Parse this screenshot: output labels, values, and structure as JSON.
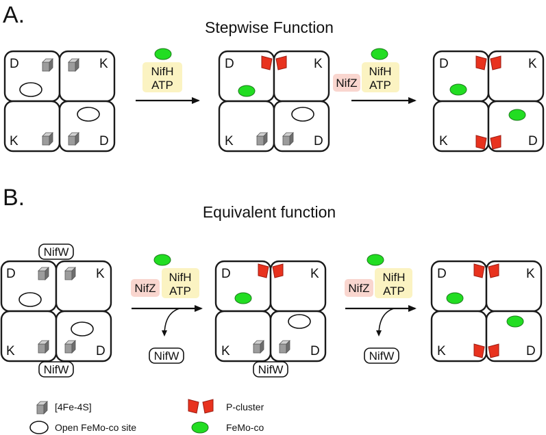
{
  "panels": [
    {
      "letter": "A.",
      "title": "Stepwise Function",
      "steps": [
        {
          "nifh": "NifH",
          "atp": "ATP"
        },
        {
          "nifz": "NifZ",
          "nifh": "NifH",
          "atp": "ATP"
        }
      ]
    },
    {
      "letter": "B.",
      "title": "Equivalent function",
      "steps": [
        {
          "nifz": "NifZ",
          "nifh": "NifH",
          "atp": "ATP",
          "released": "NifW"
        },
        {
          "nifz": "NifZ",
          "nifh": "NifH",
          "atp": "ATP",
          "released": "NifW"
        }
      ],
      "nifw": "NifW"
    }
  ],
  "subunits": {
    "d": "D",
    "k": "K"
  },
  "legend": {
    "cube": "[4Fe-4S]",
    "open_site": "Open FeMo-co site",
    "p_cluster": "P-cluster",
    "femoco": "FeMo-co"
  },
  "colors": {
    "femoco": "#22dd22",
    "p_cluster": "#e8321e",
    "cube": "#9a9a9a",
    "nifh_box": "#fbf3c2",
    "nifz_box": "#f9d6cf"
  }
}
